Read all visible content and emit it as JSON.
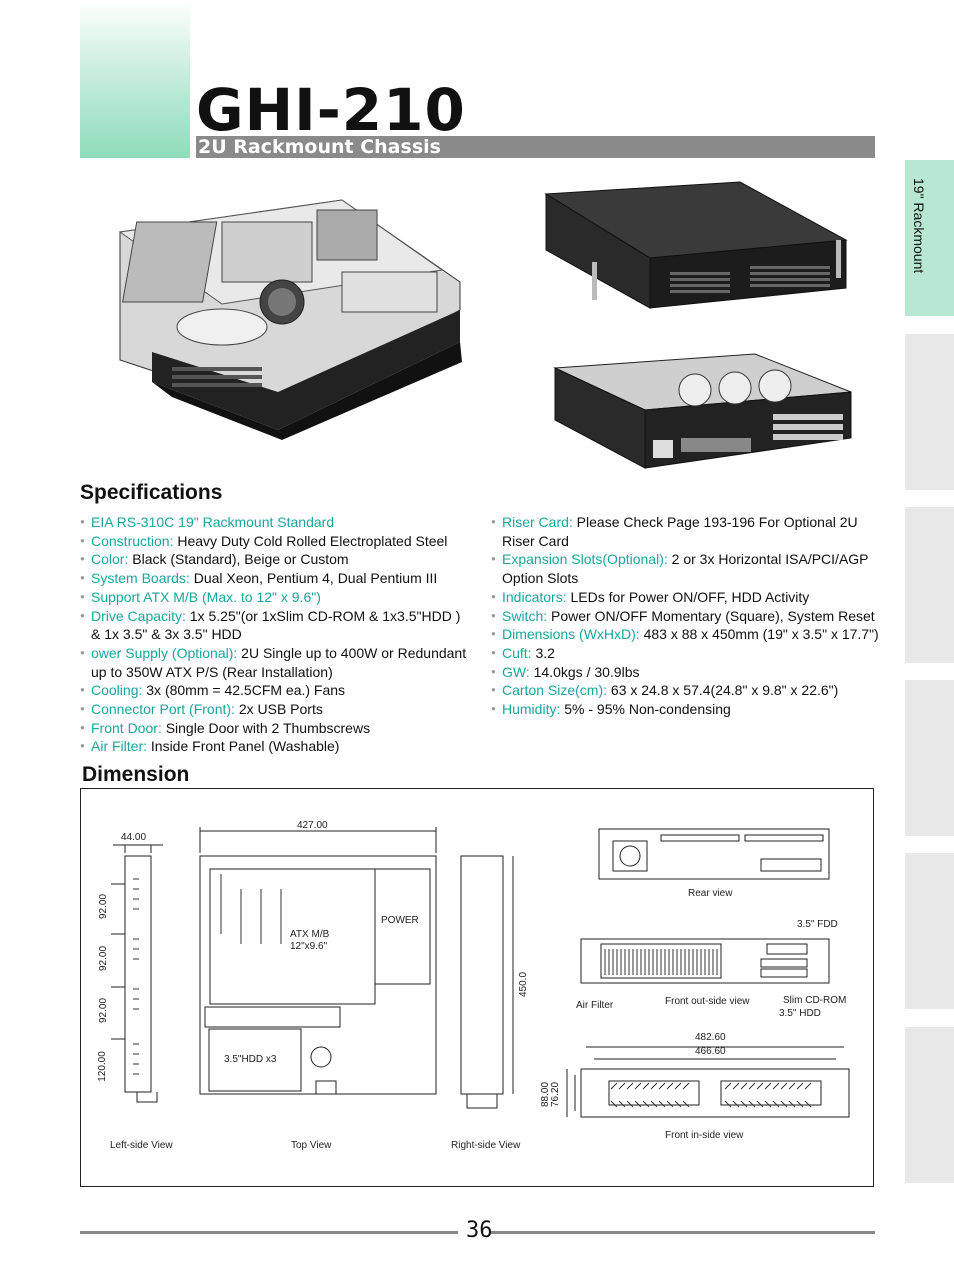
{
  "header": {
    "model": "GHI-210",
    "subtitle": "2U Rackmount Chassis"
  },
  "side_tab": {
    "label": "19\" Rackmount"
  },
  "specs": {
    "heading": "Specifications",
    "left": [
      {
        "label": "EIA RS-310C 19\" Rackmount Standard",
        "value": ""
      },
      {
        "label": "Construction:",
        "value": " Heavy Duty Cold Rolled Electroplated Steel"
      },
      {
        "label": "Color:",
        "value": " Black (Standard), Beige or Custom"
      },
      {
        "label": "System Boards:",
        "value": " Dual Xeon, Pentium 4, Dual Pentium III"
      },
      {
        "label": "Support ATX M/B (Max. to 12\" x 9.6\")",
        "value": ""
      },
      {
        "label": "Drive Capacity:",
        "value": " 1x 5.25\"(or 1xSlim CD-ROM & 1x3.5\"HDD ) & 1x 3.5\" & 3x 3.5\" HDD"
      },
      {
        "label": "ower Supply (Optional):",
        "value": " 2U Single up to 400W or Redundant up to 350W ATX P/S (Rear Installation)"
      },
      {
        "label": "Cooling:",
        "value": " 3x (80mm = 42.5CFM ea.) Fans"
      },
      {
        "label": "Connector Port (Front):",
        "value": " 2x USB Ports"
      },
      {
        "label": "Front Door:",
        "value": " Single Door with 2 Thumbscrews"
      },
      {
        "label": "Air Filter:",
        "value": " Inside Front Panel (Washable)"
      }
    ],
    "right": [
      {
        "label": "Riser Card:",
        "value": " Please Check Page 193-196 For Optional 2U Riser Card"
      },
      {
        "label": "Expansion Slots(Optional):",
        "value": " 2 or 3x Horizontal ISA/PCI/AGP Option Slots"
      },
      {
        "label": "Indicators:",
        "value": " LEDs for Power ON/OFF, HDD Activity"
      },
      {
        "label": "Switch:",
        "value": " Power ON/OFF Momentary (Square), System Reset"
      },
      {
        "label": "Dimensions (WxHxD):",
        "value": " 483 x 88 x 450mm (19\" x 3.5\" x 17.7\")"
      },
      {
        "label": "Cuft:",
        "value": " 3.2"
      },
      {
        "label": "GW:",
        "value": " 14.0kgs / 30.9lbs"
      },
      {
        "label": "Carton Size(cm):",
        "value": " 63 x 24.8 x 57.4(24.8\" x 9.8\" x 22.6\")"
      },
      {
        "label": "Humidity:",
        "value": " 5% - 95% Non-condensing"
      }
    ]
  },
  "dimension": {
    "heading": "Dimension",
    "labels": {
      "w44": "44.00",
      "w427": "427.00",
      "h92a": "92.00",
      "h92b": "92.00",
      "h92c": "92.00",
      "h120": "120.00",
      "atx": "ATX M/B",
      "atx_size": "12\"x9.6\"",
      "power": "POWER",
      "hdd3": "3.5\"HDD x3",
      "d450": "450.0",
      "rear_view": "Rear view",
      "fdd": "3.5\" FDD",
      "air_filter": "Air Filter",
      "front_out": "Front out-side view",
      "slim_cd": "Slim CD-ROM",
      "hdd35": "3.5\" HDD",
      "w482": "482.60",
      "w466": "466.60",
      "h88": "88.00",
      "h76": "76.20",
      "front_in": "Front in-side view",
      "left_side": "Left-side View",
      "top_view": "Top View",
      "right_side": "Right-side View"
    }
  },
  "footer": {
    "page": "36"
  }
}
